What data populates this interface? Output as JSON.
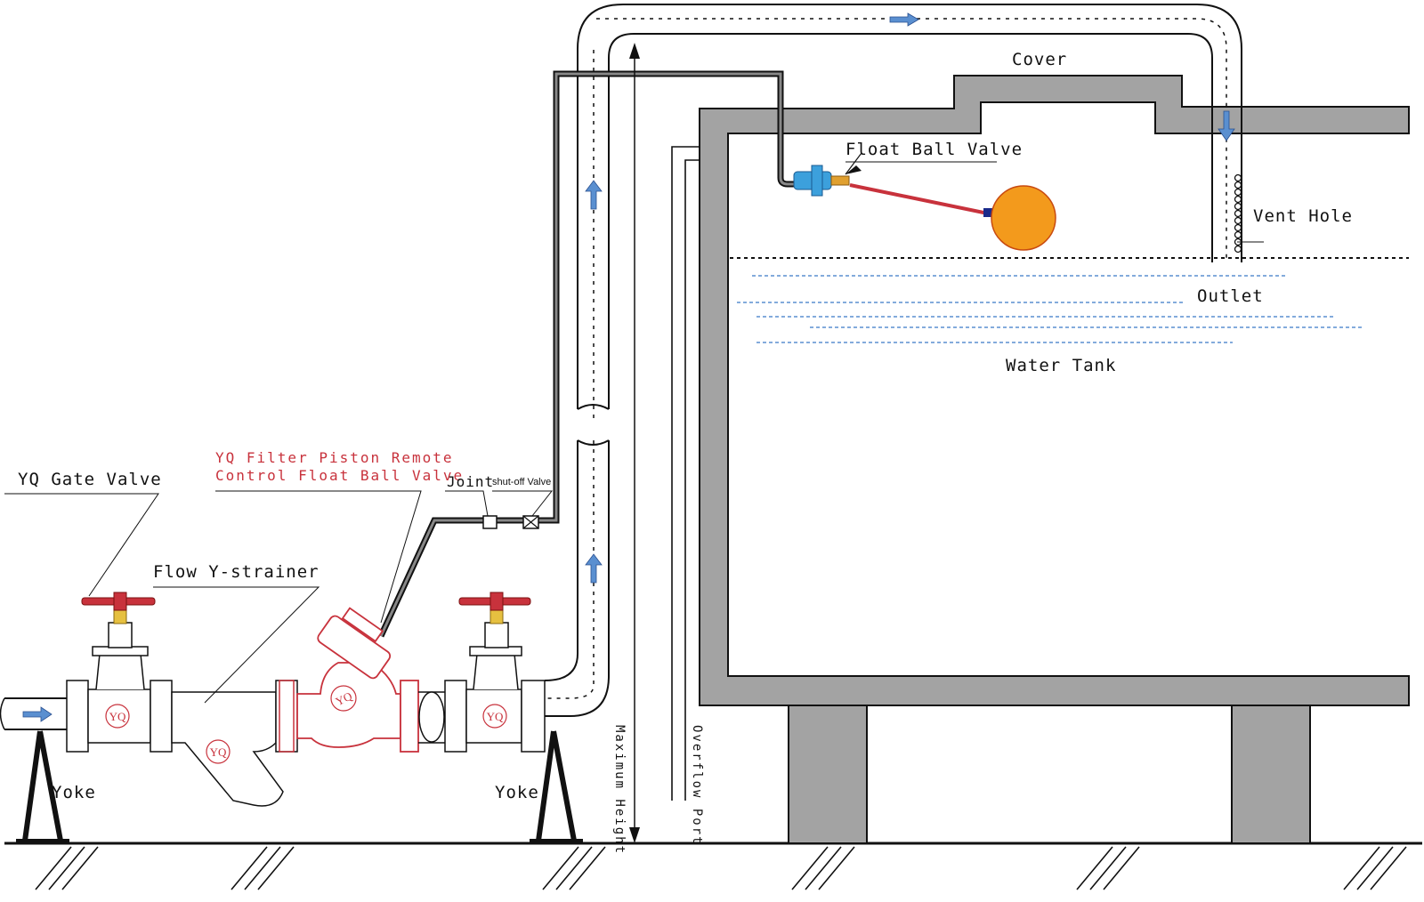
{
  "labels": {
    "cover": "Cover",
    "float_ball_valve": "Float Ball Valve",
    "vent_hole": "Vent Hole",
    "outlet": "Outlet",
    "water_tank": "Water Tank",
    "remote_valve_line1": "YQ Filter Piston Remote",
    "remote_valve_line2": "Control Float Ball Valve",
    "yq_gate_valve": "YQ Gate Valve",
    "flow_y_strainer": "Flow Y-strainer",
    "joint": "Joint",
    "shutoff_valve": "shut-off Valve",
    "yoke_left": "Yoke",
    "yoke_right": "Yoke",
    "maximum_height": "Maximum Height",
    "overflow_port": "Overflow Port",
    "valve_badge": "YQ"
  },
  "colors": {
    "tank_gray": "#a3a3a3",
    "valve_red": "#c8323c",
    "float_ball": "#f39a1c",
    "float_valve_body": "#3ca0dc",
    "flow_arrow": "#5a8fd0",
    "water_line": "#5a8fd0"
  }
}
